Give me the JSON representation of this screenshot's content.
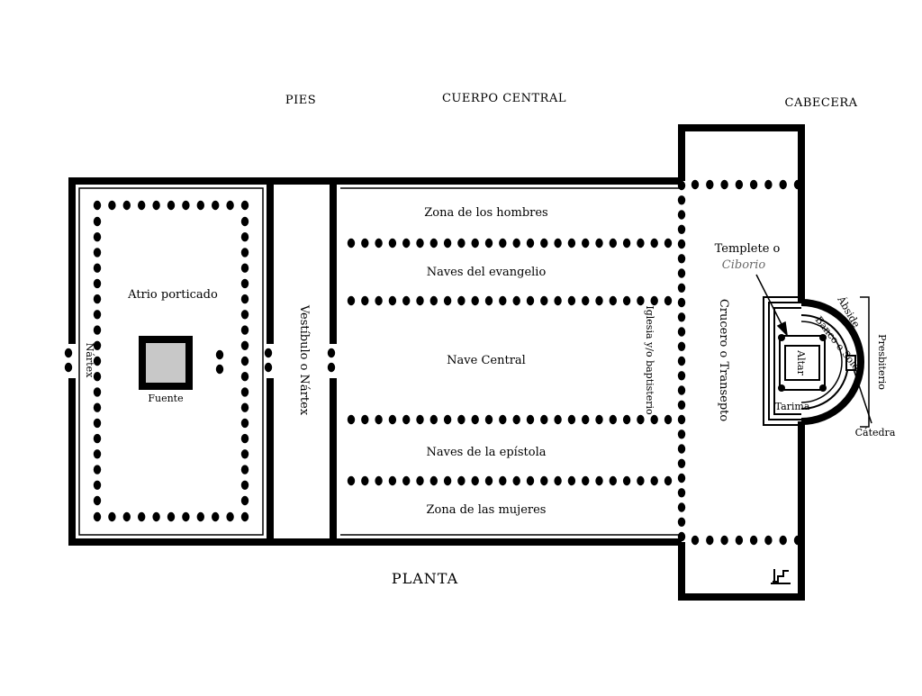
{
  "diagram": {
    "headers": {
      "pies": "PIES",
      "cuerpo_central": "CUERPO CENTRAL",
      "cabecera": "CABECERA"
    },
    "title": "PLANTA",
    "labels": {
      "zona_hombres": "Zona de los hombres",
      "naves_evangelio": "Naves del evangelio",
      "nave_central": "Nave Central",
      "naves_epistola": "Naves de la epístola",
      "zona_mujeres": "Zona de las mujeres",
      "atrio": "Atrio porticado",
      "fuente": "Fuente",
      "nartex": "Nártex",
      "vestibulo": "Vestíbulo o Nártex",
      "iglesia_bautismo": "Iglesia y/o baptisterio",
      "crucero": "Crucero o Transepto",
      "templete": "Templete o",
      "ciborio": "Ciborio",
      "altar": "Altar",
      "banco": "Banco o Solea",
      "abside": "Ábside",
      "presbiterio": "Presbiterio",
      "tarima": "Tarima",
      "catedra": "Cátedra"
    },
    "colors": {
      "wall": "#000000",
      "column": "#000000",
      "fuente_fill": "#c8c8c8",
      "ciborio_text": "#6a6a6a"
    }
  }
}
